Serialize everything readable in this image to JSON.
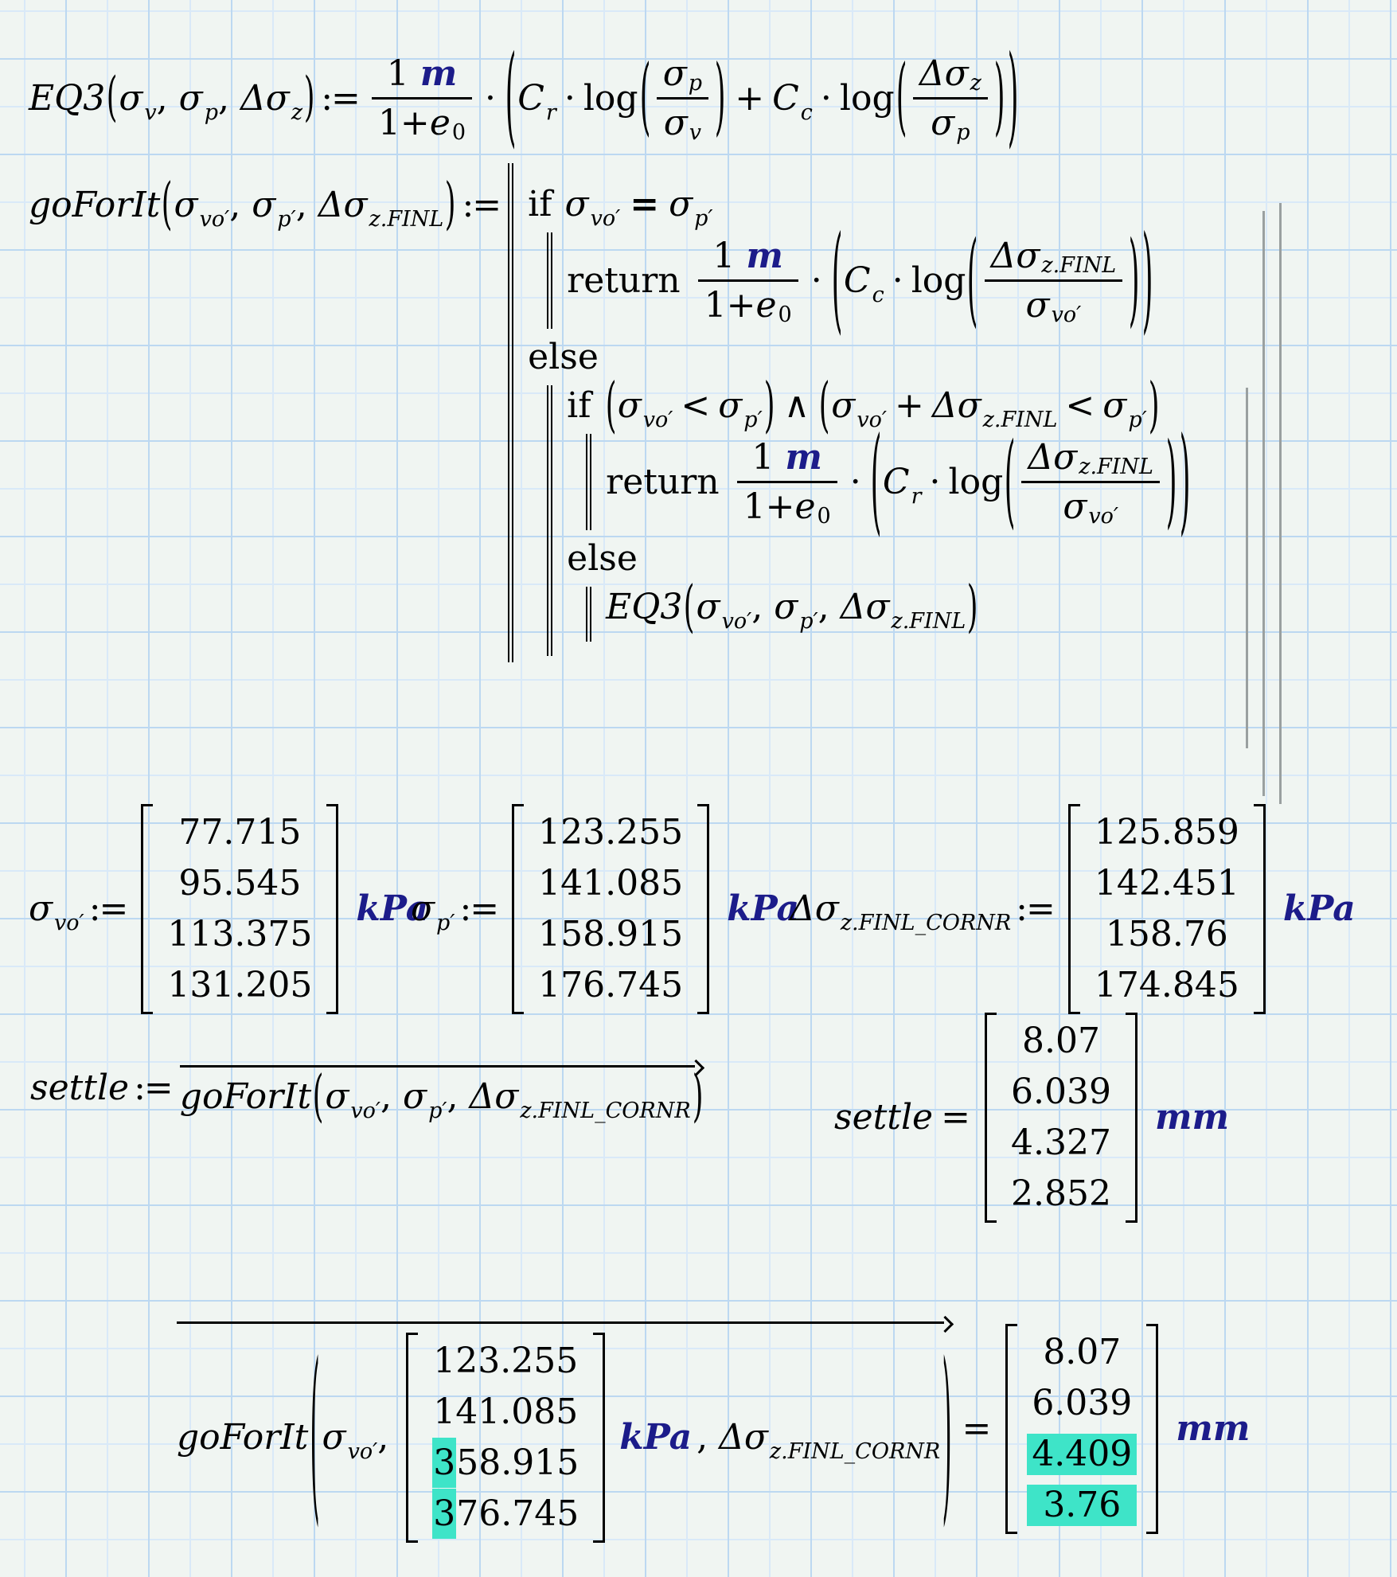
{
  "colors": {
    "bg": "#f0f5f2",
    "grid_minor": "#d9e9f8",
    "grid_major": "#bcd8f1",
    "ink": "#000000",
    "unit": "#1c1c8a",
    "highlight": "#3ee4c8",
    "bar_gray": "#9aa0a0"
  },
  "sym": {
    "lp": "(",
    "rp": ")",
    "comma": ",",
    "assign": ":=",
    "dot": "·",
    "plus": "+",
    "eq": "=",
    "eq_bold": "=",
    "lt": "<",
    "and": "∧",
    "sigma": "σ",
    "delta_sigma": "Δσ",
    "sub_v": "v",
    "sub_p": "p",
    "sub_z": "z",
    "sub_vo_prime": "vo′",
    "sub_p_prime": "p′",
    "sub_z_finl": "z.FINL",
    "sub_z_finl_cornr": "z.FINL_CORNR",
    "C": "C",
    "sub_r": "r",
    "sub_c": "c",
    "e": "e",
    "sub_0": "0",
    "one": "1",
    "one_plus": "1+",
    "log": "log",
    "kw_if": "if",
    "kw_else": "else",
    "kw_return": "return",
    "unit_m": "m",
    "unit_kpa": "kPa",
    "unit_mm": "mm"
  },
  "names": {
    "eq3": "EQ3",
    "goforit": "goForIt",
    "settle": "settle"
  },
  "vectors": {
    "sigma_vo_prime": {
      "values": [
        "77.715",
        "95.545",
        "113.375",
        "131.205"
      ],
      "unit": "kPa"
    },
    "sigma_p_prime": {
      "values": [
        "123.255",
        "141.085",
        "158.915",
        "176.745"
      ],
      "unit": "kPa"
    },
    "delta_sigma_z_finl_cornr": {
      "values": [
        "125.859",
        "142.451",
        "158.76",
        "174.845"
      ],
      "unit": "kPa"
    }
  },
  "settle_result": {
    "values": [
      "8.07",
      "6.039",
      "4.327",
      "2.852"
    ],
    "unit": "mm"
  },
  "bottom_eval": {
    "arg_vector": {
      "rows": [
        {
          "hl": "",
          "rest": "123.255"
        },
        {
          "hl": "",
          "rest": "141.085"
        },
        {
          "hl": "3",
          "rest": "58.915"
        },
        {
          "hl": "3",
          "rest": "76.745"
        }
      ],
      "unit": "kPa"
    },
    "result_vector": {
      "values": [
        "8.07",
        "6.039",
        "4.409",
        "3.76"
      ],
      "unit": "mm"
    }
  }
}
